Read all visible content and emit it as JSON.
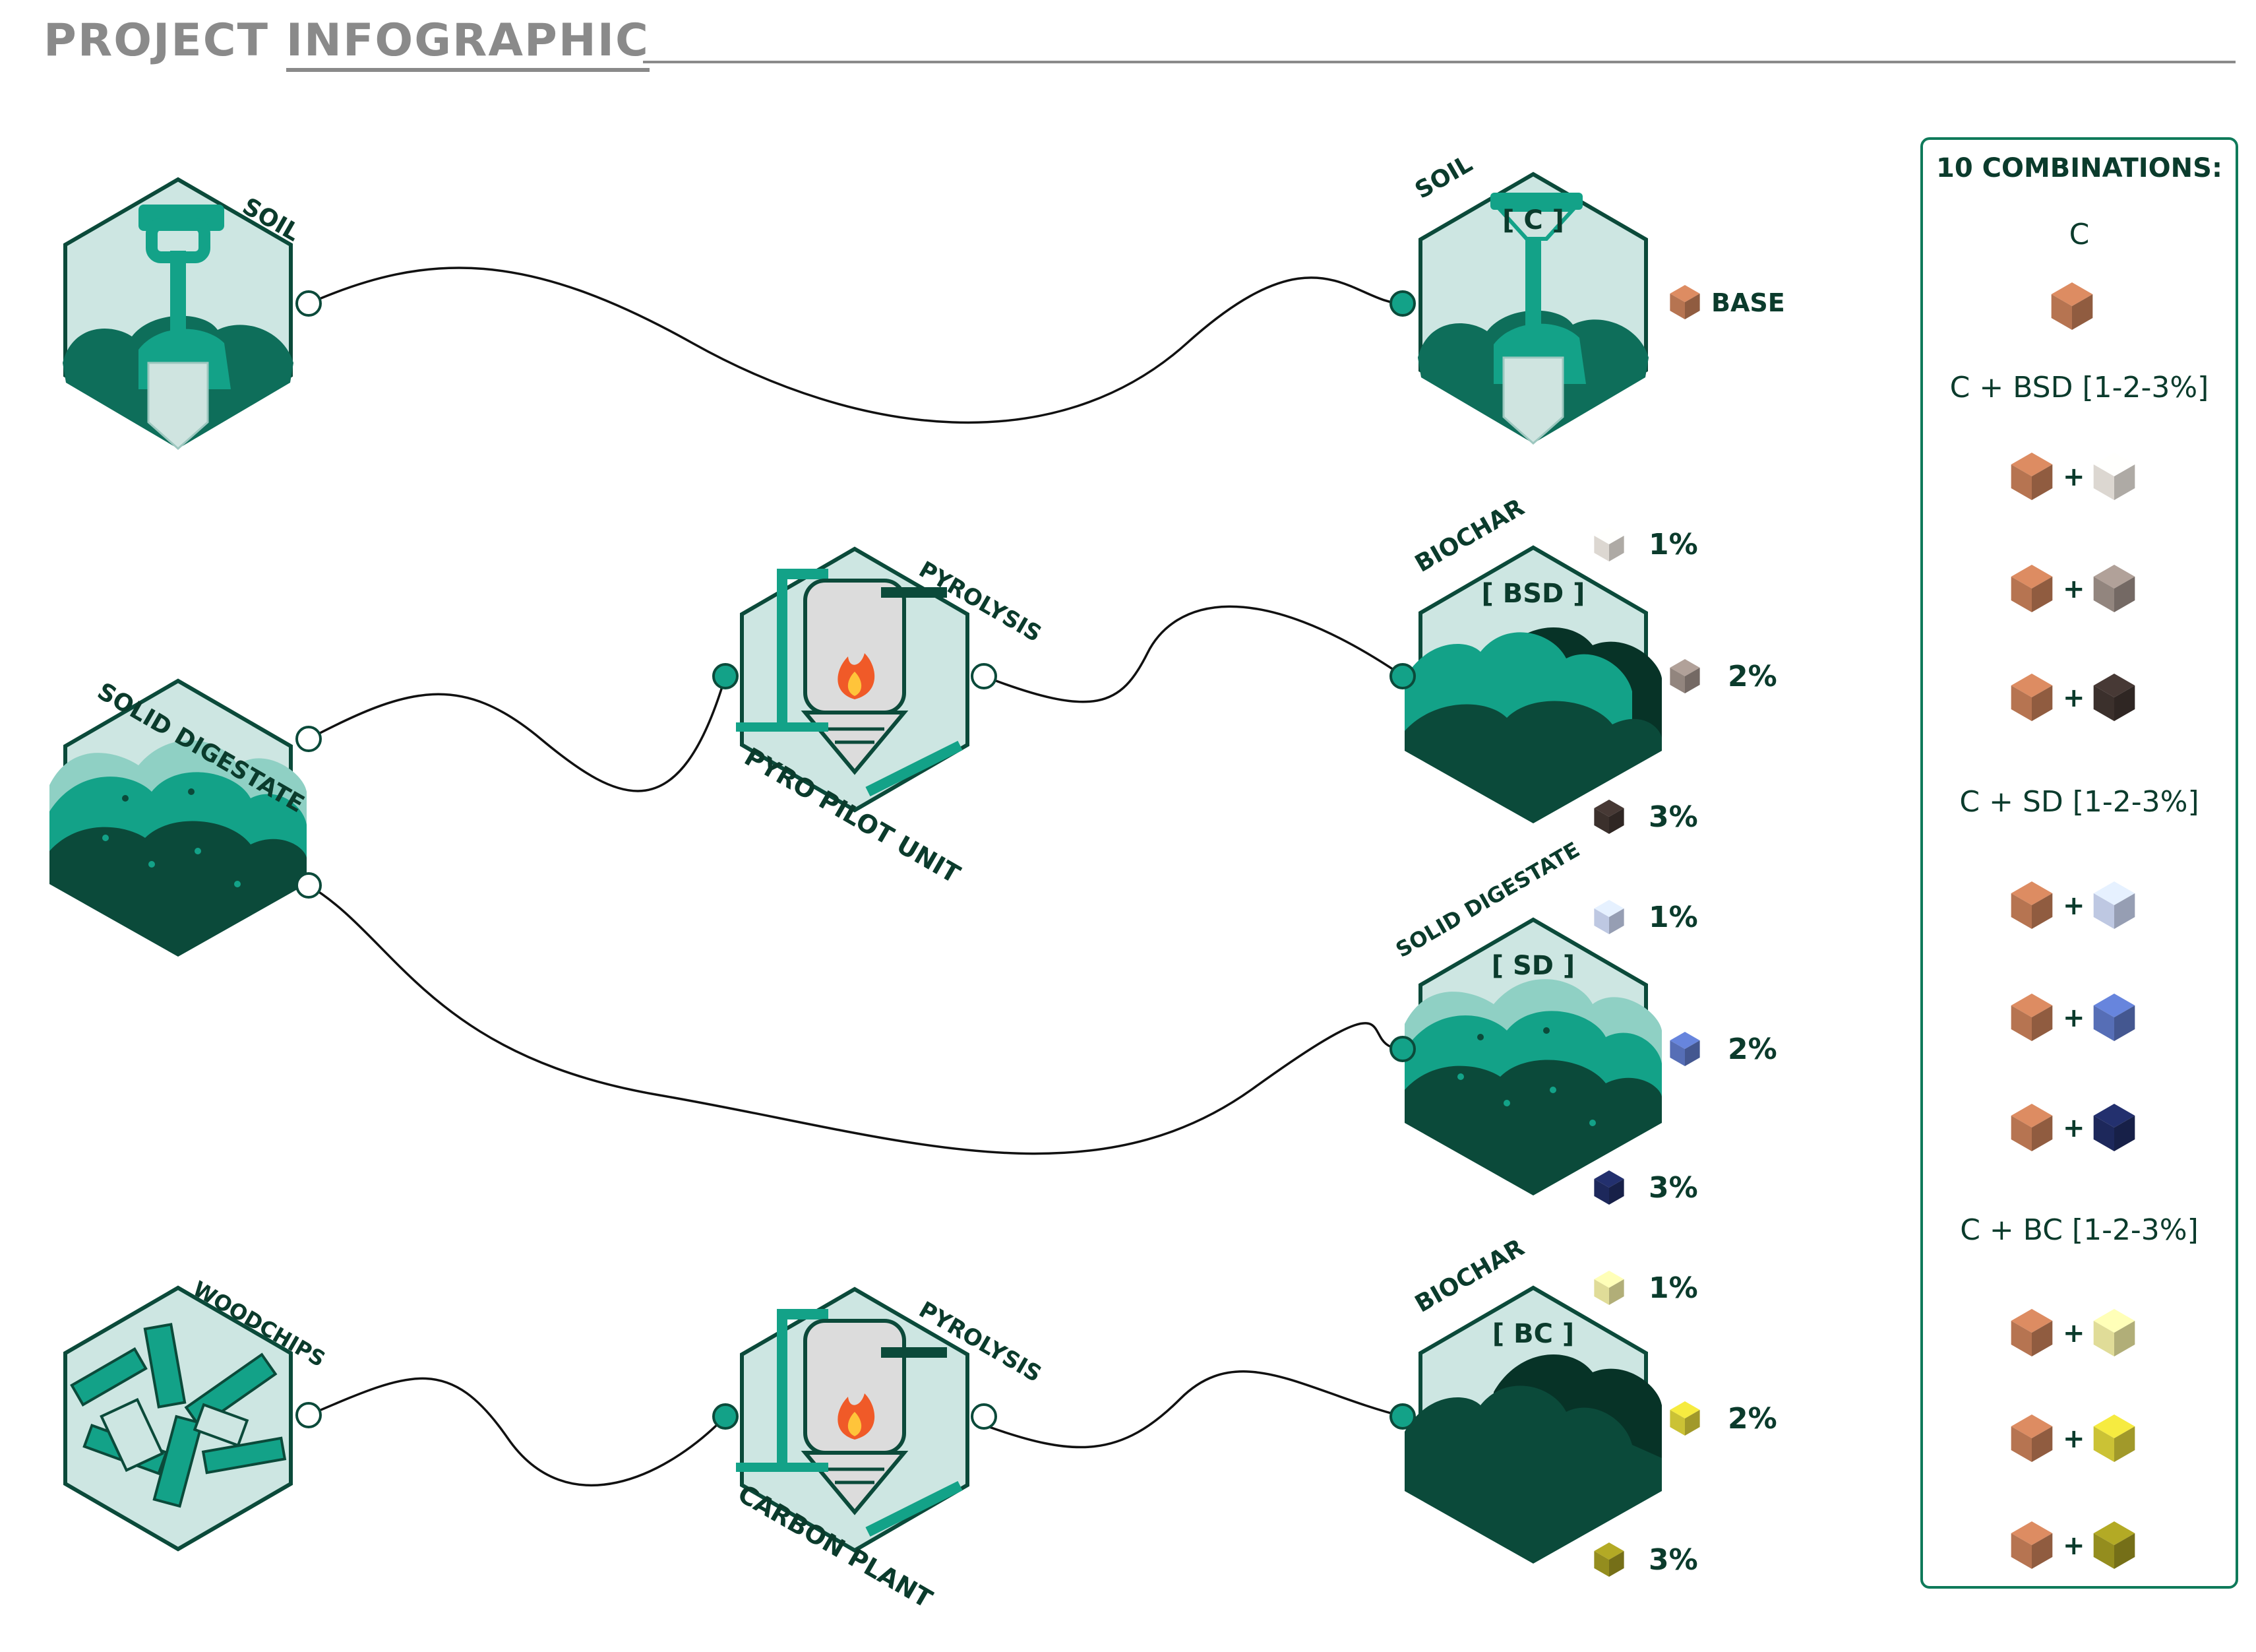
{
  "header": {
    "title_part1": "PROJECT",
    "title_part2": "INFOGRAPHIC"
  },
  "nodes": {
    "soil_source": {
      "label": "SOIL"
    },
    "solid_digestate_source": {
      "label": "SOLID DIGESTATE"
    },
    "woodchips_source": {
      "label": "WOODCHIPS"
    },
    "pyrolysis_top": {
      "label": "PYROLYSIS",
      "sublabel": "PYRO PILOT UNIT"
    },
    "pyrolysis_bottom": {
      "label": "PYROLYSIS",
      "sublabel": "CARBON PLANT"
    },
    "soil_out": {
      "label": "SOIL",
      "code": "[ C ]"
    },
    "biochar_bsd": {
      "label": "BIOCHAR",
      "code": "[ BSD ]"
    },
    "solid_digestate_out": {
      "label": "SOLID DIGESTATE",
      "code": "[ SD ]"
    },
    "biochar_bc": {
      "label": "BIOCHAR",
      "code": "[ BC ]"
    }
  },
  "levels": {
    "base": "BASE",
    "bsd": [
      "1%",
      "2%",
      "3%"
    ],
    "sd": [
      "1%",
      "2%",
      "3%"
    ],
    "bc": [
      "1%",
      "2%",
      "3%"
    ]
  },
  "combinations": {
    "title": "10 COMBINATIONS:",
    "groups": [
      {
        "label": "C",
        "rows": 1
      },
      {
        "label": "C + BSD [1-2-3%]",
        "rows": 3
      },
      {
        "label": "C + SD [1-2-3%]",
        "rows": 3
      },
      {
        "label": "C + BC [1-2-3%]",
        "rows": 3
      }
    ],
    "plus": "+"
  },
  "colors": {
    "hex_fill": "#cde6e2",
    "hex_stroke": "#0b4a3a",
    "teal": "#1a9e86",
    "dark_green": "#0b4a3a",
    "darkest_green": "#073327",
    "soil_cube": "#c07a55",
    "bsd_cubes": [
      "#e8e2dc",
      "#9a8c85",
      "#3e322e"
    ],
    "sd_cubes": [
      "#c8d2ee",
      "#5a74c0",
      "#1e2a60"
    ],
    "bc_cubes": [
      "#ece8a0",
      "#d6cc38",
      "#9c9420"
    ]
  }
}
